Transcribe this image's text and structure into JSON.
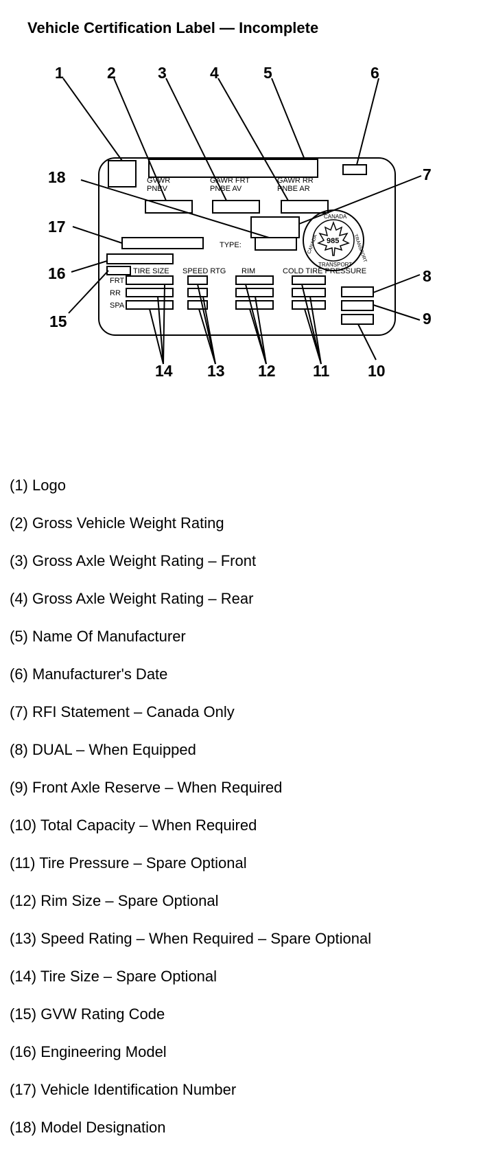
{
  "title": "Vehicle Certification Label — Incomplete",
  "label": {
    "gvwr": [
      "GVWR",
      "PNBV"
    ],
    "gawr_frt": [
      "GAWR FRT",
      "PNBE AV"
    ],
    "gawr_rr": [
      "GAWR RR",
      "PNBE AR"
    ],
    "type": "TYPE:",
    "columns": {
      "tire_size": "TIRE SIZE",
      "speed_rtg": "SPEED RTG",
      "rim": "RIM",
      "cold_tire_pressure": "COLD TIRE PRESSURE"
    },
    "rows": [
      "FRT",
      "RR",
      "SPA"
    ],
    "seal": {
      "top": "CANADA",
      "right": "TRANSPORT",
      "left": "CANADA",
      "bottom": "TRANSPORT",
      "number": "985"
    }
  },
  "callouts": [
    "1",
    "2",
    "3",
    "4",
    "5",
    "6",
    "7",
    "8",
    "9",
    "10",
    "11",
    "12",
    "13",
    "14",
    "15",
    "16",
    "17",
    "18"
  ],
  "legend": [
    "(1) Logo",
    "(2) Gross Vehicle Weight Rating",
    "(3) Gross Axle Weight Rating – Front",
    "(4) Gross Axle Weight Rating – Rear",
    "(5) Name Of Manufacturer",
    "(6) Manufacturer's Date",
    "(7) RFI Statement – Canada Only",
    "(8) DUAL – When Equipped",
    "(9) Front Axle Reserve – When Required",
    "(10) Total Capacity – When Required",
    "(11) Tire Pressure – Spare Optional",
    "(12) Rim Size – Spare Optional",
    "(13) Speed Rating – When Required – Spare Optional",
    "(14) Tire Size – Spare Optional",
    "(15) GVW Rating Code",
    "(16) Engineering Model",
    "(17) Vehicle Identification Number",
    "(18) Model Designation"
  ]
}
